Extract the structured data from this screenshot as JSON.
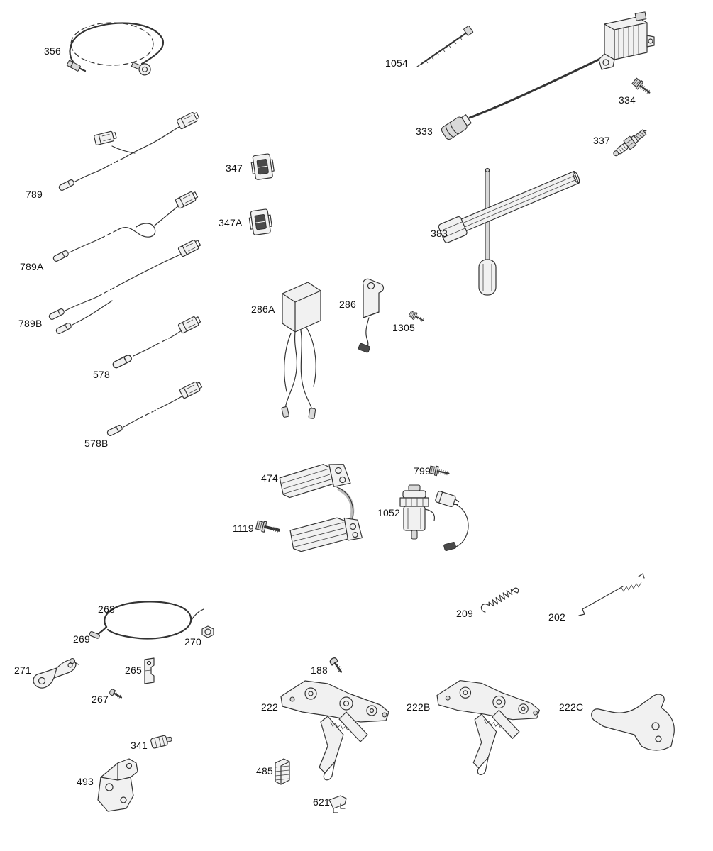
{
  "colors": {
    "line": "#333333",
    "background": "#ffffff"
  },
  "labels": {
    "356": "356",
    "789": "789",
    "789A": "789A",
    "789B": "789B",
    "578": "578",
    "578B": "578B",
    "347": "347",
    "347A": "347A",
    "286A": "286A",
    "286": "286",
    "1305": "1305",
    "1054": "1054",
    "333": "333",
    "334": "334",
    "337": "337",
    "383": "383",
    "474": "474",
    "1119": "1119",
    "799": "799",
    "1052": "1052",
    "209": "209",
    "202": "202",
    "268": "268",
    "269": "269",
    "270": "270",
    "271": "271",
    "265": "265",
    "267": "267",
    "341": "341",
    "493": "493",
    "188": "188",
    "222": "222",
    "222B": "222B",
    "222C": "222C",
    "485": "485",
    "621": "621"
  }
}
